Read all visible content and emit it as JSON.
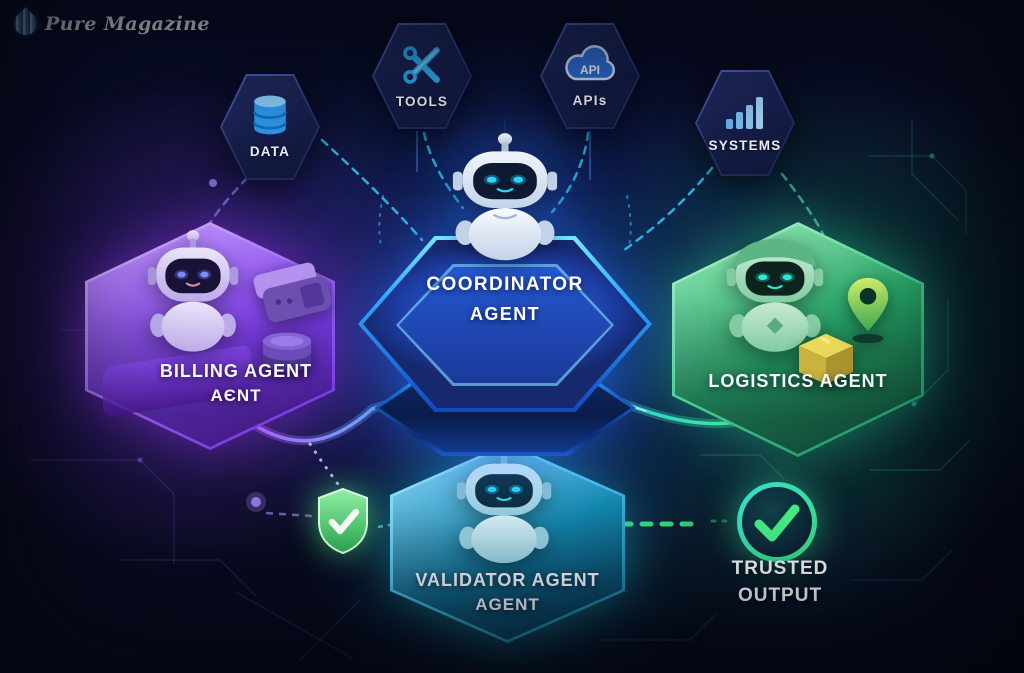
{
  "logo": {
    "text": "Pure Magazine"
  },
  "top_nodes": [
    {
      "label": "DATA"
    },
    {
      "label": "TOOLS"
    },
    {
      "label": "APIs",
      "icon_text": "API"
    },
    {
      "label": "SYSTEMS"
    }
  ],
  "agents": {
    "coordinator": {
      "line1": "COORDINATOR",
      "line2": "AGENT"
    },
    "billing": {
      "line1": "BILLING AGENT",
      "line2": "AЄNT"
    },
    "logistics": {
      "line1": "LOGISTICS AGENT"
    },
    "validator": {
      "line1": "VALIDATOR AGENT",
      "line2": "AGENT"
    }
  },
  "output": {
    "line1": "TRUSTED",
    "line2": "OUTPUT"
  },
  "colors": {
    "accent_blue": "#2aa8ff",
    "accent_cyan": "#22d3ee",
    "accent_purple": "#a855f7",
    "accent_green": "#34d399",
    "background": "#090c22"
  }
}
